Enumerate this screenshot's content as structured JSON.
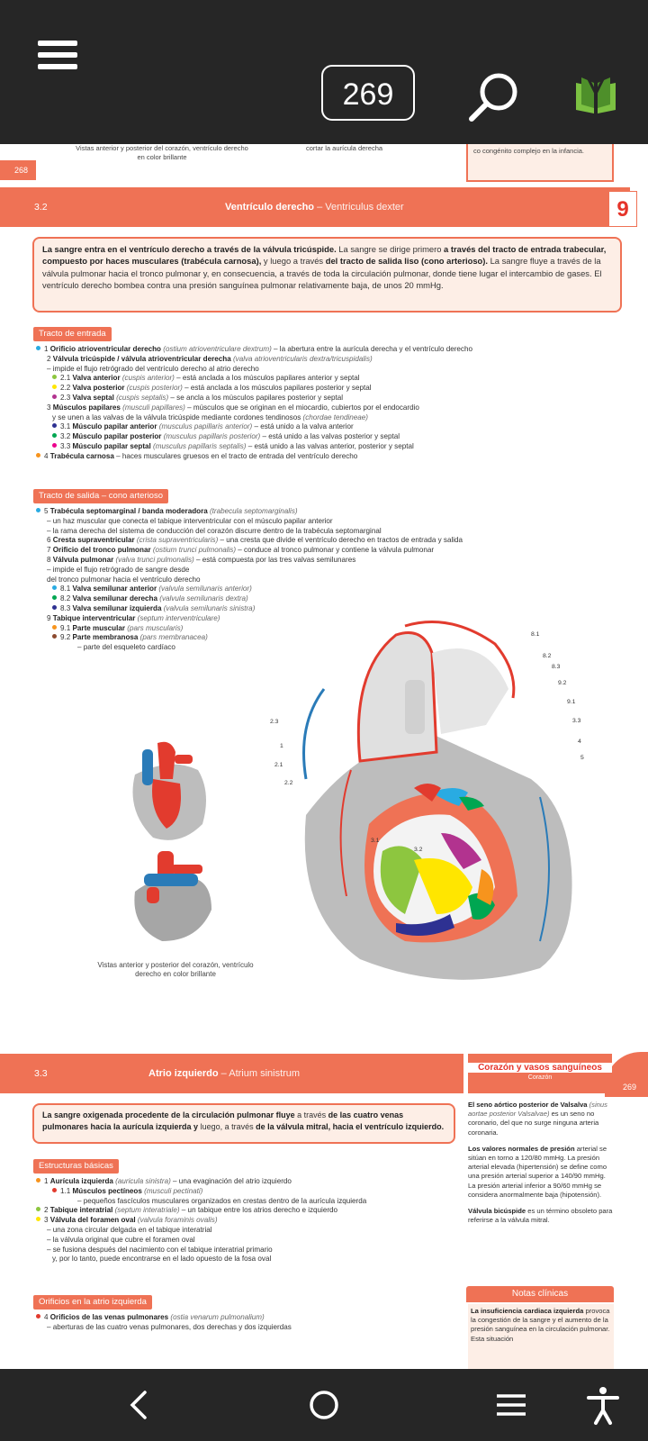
{
  "app": {
    "page_indicator": "269",
    "icons": {
      "menu": "menu-icon",
      "search": "search-icon",
      "library": "book-icon"
    },
    "nav": {
      "back": "back-icon",
      "home": "home-icon",
      "recents": "recents-icon",
      "accessibility": "accessibility-icon"
    }
  },
  "colors": {
    "accent": "#ef7255",
    "tab_red": "#e5342a",
    "bar": "#262626",
    "box_fill": "#fdeee6"
  },
  "prev_page": {
    "caption_left": "Vistas anterior y posterior del corazón, ventrículo derecho en color brillante",
    "caption_mid": "cortar la aurícula derecha",
    "caption_right": "co congénito complejo en la infancia.",
    "page_number": "268"
  },
  "section32": {
    "number": "3.2",
    "title": "Ventrículo derecho",
    "latin": " – Ventriculus dexter",
    "chapter": "9",
    "intro_1a": "La sangre entra en el ventrículo derecho a través de la válvula tricúspide.",
    "intro_1b": " La sangre se dirige primero ",
    "intro_1c": "a través del tracto de entrada trabecular, compuesto por haces musculares (trabécula carnosa),",
    "intro_1d": " y luego a través ",
    "intro_1e": "del tracto de salida liso (cono arte­rioso).",
    "intro_2": " La sangre fluye a través de la válvula pulmonar hacia el tronco pulmonar y, en consecuencia, a través de toda la circulación pulmonar, donde tiene lugar el intercambio de gases. El ventrículo derecho bombea contra una presión sanguínea pulmonar relativamente baja, de unos 20 mmHg.",
    "inflow_label": "Tracto de entrada",
    "inflow": [
      {
        "t": "1 ",
        "b": "Orificio atrioventricular derecho",
        "i": " (ostium atrioventriculare dextrum)",
        "r": " – la abertura entre la aurícula derecha y el ventrículo derecho"
      },
      {
        "t": "2 ",
        "b": "Válvula tricúspide / válvula atrioventricular derecha",
        "i": " (valva atrioventricularis dextra/tricuspidalis)",
        "r": ""
      },
      {
        "t": "– impide el flujo retrógrado del ventrículo derecho al atrio derecho",
        "b": "",
        "i": "",
        "r": ""
      },
      {
        "t": "2.1 ",
        "b": "Valva anterior",
        "i": " (cuspis anterior)",
        "r": " – está anclada a los músculos papilares anterior y septal"
      },
      {
        "t": "2.2 ",
        "b": "Valva posterior",
        "i": " (cuspis posterior)",
        "r": " – está anclada a los músculos papilares posterior y septal"
      },
      {
        "t": "2.3 ",
        "b": "Valva septal",
        "i": " (cuspis septalis)",
        "r": " – se ancla a los músculos papilares posterior y septal"
      },
      {
        "t": "3 ",
        "b": "Músculos papilares",
        "i": " (musculi papillares)",
        "r": " – músculos que se originan en el miocardio, cubiertos por el endocardio"
      },
      {
        "t": "y se unen a las valvas de la válvula tricúspide mediante cordones tendinosos ",
        "b": "",
        "i": "(chordae tendineae)",
        "r": ""
      },
      {
        "t": "3.1 ",
        "b": "Músculo papilar anterior",
        "i": " (musculus papillaris anterior)",
        "r": " – está unido a la valva anterior"
      },
      {
        "t": "3.2 ",
        "b": "Músculo papilar posterior",
        "i": " (musculus papillaris posterior)",
        "r": " – está unido a las valvas posterior y septal"
      },
      {
        "t": "3.3 ",
        "b": "Músculo papilar septal",
        "i": " (musculus papillaris septalis)",
        "r": " – está unido a las valvas anterior, posterior y septal"
      },
      {
        "t": "4 ",
        "b": "Trabécula carnosa",
        "i": "",
        "r": " – haces musculares gruesos en el tracto de entrada del ventrículo derecho"
      }
    ],
    "outflow_label": "Tracto de salida – cono arterioso",
    "outflow": [
      {
        "t": "5 ",
        "b": "Trabécula septomarginal / banda moderadora",
        "i": " (trabecula septomarginalis)",
        "r": ""
      },
      {
        "t": "– un haz muscular que conecta el tabique interventricular con el músculo papilar anterior",
        "b": "",
        "i": "",
        "r": ""
      },
      {
        "t": "– la rama derecha del sistema de conducción del corazón discurre dentro de la trabécula septomarginal",
        "b": "",
        "i": "",
        "r": ""
      },
      {
        "t": "6 ",
        "b": "Cresta supraventricular",
        "i": " (crista supraventricularis)",
        "r": " – una cresta que divide el ventrículo derecho en tractos de entrada y salida"
      },
      {
        "t": "7 ",
        "b": "Orificio del tronco pulmonar",
        "i": " (ostium trunci pulmonalis)",
        "r": " – conduce al tronco pulmonar y contiene la válvula pulmonar"
      },
      {
        "t": "8 ",
        "b": "Válvula pulmonar",
        "i": " (valva trunci pulmonalis)",
        "r": " – está compuesta por las tres valvas semilunares"
      },
      {
        "t": "– impide el flujo retrógrado de sangre desde",
        "b": "",
        "i": "",
        "r": ""
      },
      {
        "t": "del tronco pulmonar hacia el ventrículo derecho",
        "b": "",
        "i": "",
        "r": ""
      },
      {
        "t": "8.1 ",
        "b": "Valva semilunar anterior",
        "i": " (valvula semilunaris anterior)",
        "r": ""
      },
      {
        "t": "8.2 ",
        "b": "Valva semilunar derecha",
        "i": " (valvula semilunaris dextra)",
        "r": ""
      },
      {
        "t": "8.3 ",
        "b": "Valva semilunar izquierda",
        "i": " (valvula semilunaris sinistra)",
        "r": ""
      },
      {
        "t": "9 ",
        "b": "Tabique interventricular",
        "i": " (septum interventriculare)",
        "r": ""
      },
      {
        "t": "9.1 ",
        "b": "Parte muscular",
        "i": " (pars muscularis)",
        "r": ""
      },
      {
        "t": "9.2 ",
        "b": "Parte membranosa",
        "i": " (pars membranacea)",
        "r": ""
      },
      {
        "t": "– parte del esqueleto cardíaco",
        "b": "",
        "i": "",
        "r": ""
      }
    ],
    "figure_caption": "Vistas anterior y posterior del corazón, ventrículo derecho en color brillante",
    "figure_labels": [
      "8.1",
      "8.2",
      "8.3",
      "9.2",
      "9.1",
      "3.3",
      "4",
      "5",
      "2.3",
      "1",
      "2.1",
      "2.2",
      "3.1",
      "3.2"
    ]
  },
  "page2": {
    "page_number": "269"
  },
  "section33": {
    "number": "3.3",
    "title": "Atrio izquierdo",
    "latin": " – Atrium sinistrum",
    "intro_a": "La sangre oxigenada procedente de la circulación pulmonar fluye",
    "intro_b": " a través ",
    "intro_c": "de las cuatro venas pulmonares hacia la aurícula izquierda y",
    "intro_d": " luego, a través ",
    "intro_e": "de la válvula mitral, hacia el ventrículo izquierdo.",
    "basic_label": "Estructuras básicas",
    "basic": [
      {
        "t": "1 ",
        "b": "Aurícula izquierda",
        "i": " (auricula sinistra)",
        "r": " – una evaginación del atrio izquierdo"
      },
      {
        "t": "1.1 ",
        "b": "Músculos pectíneos",
        "i": " (musculi pectinati)",
        "r": ""
      },
      {
        "t": "– pequeños fascículos musculares organizados en crestas dentro de la aurícula izquierda",
        "b": "",
        "i": "",
        "r": ""
      },
      {
        "t": "2 ",
        "b": "Tabique interatrial",
        "i": " (septum interatriale)",
        "r": " – un tabique entre los atrios derecho e izquierdo"
      },
      {
        "t": "3 ",
        "b": "Válvula del foramen oval",
        "i": " (valvula foraminis ovalis)",
        "r": ""
      },
      {
        "t": "– una zona circular delgada en el tabique interatrial",
        "b": "",
        "i": "",
        "r": ""
      },
      {
        "t": "– la válvula original que cubre el foramen oval",
        "b": "",
        "i": "",
        "r": ""
      },
      {
        "t": "– se fusiona después del nacimiento con el tabique interatrial primario",
        "b": "",
        "i": "",
        "r": ""
      },
      {
        "t": "y, por lo tanto, puede encontrarse en el lado opuesto de la fosa oval",
        "b": "",
        "i": "",
        "r": ""
      }
    ],
    "orifices_label": "Orificios en la atrio izquierda",
    "orifices": [
      {
        "t": "4 ",
        "b": "Orificios de las venas pulmonares",
        "i": " (ostia venarum pulmonalium)",
        "r": ""
      },
      {
        "t": "– aberturas de las cuatro venas pulmonares, dos derechas y dos izquierdas",
        "b": "",
        "i": "",
        "r": ""
      }
    ]
  },
  "sidebar": {
    "title": "Corazón y vasos sanguíneos",
    "subtitle": "Corazón",
    "p1_b": "El seno aórtico posterior de Valsalva",
    "p1_i": " (sinus aortae posterior Valsalvae)",
    "p1_r": " es un seno no coronario, del que no surge nin­guna arteria coronaria.",
    "p2_b": "Los valores normales de presión",
    "p2_r": " arte­rial se sitúan en torno a 120/80 mmHg. La presión arterial elevada (hiperten­sión) se define como una presión arte­rial superior a 140/90 mmHg. La presión arterial inferior a 90/60 mmHg se consi­dera anormalmente baja (hipotensión).",
    "p3_b": "Válvula bicúspide",
    "p3_r": " es un término obsole­to para referirse a la válvula mitral.",
    "notes_title": "Notas clínicas",
    "n1_b": "La insuficiencia cardiaca izquierda",
    "n1_r": " provoca la congestión de la sangre y el aumento de la presión sanguínea en la circulación pulmonar. Esta situación"
  }
}
